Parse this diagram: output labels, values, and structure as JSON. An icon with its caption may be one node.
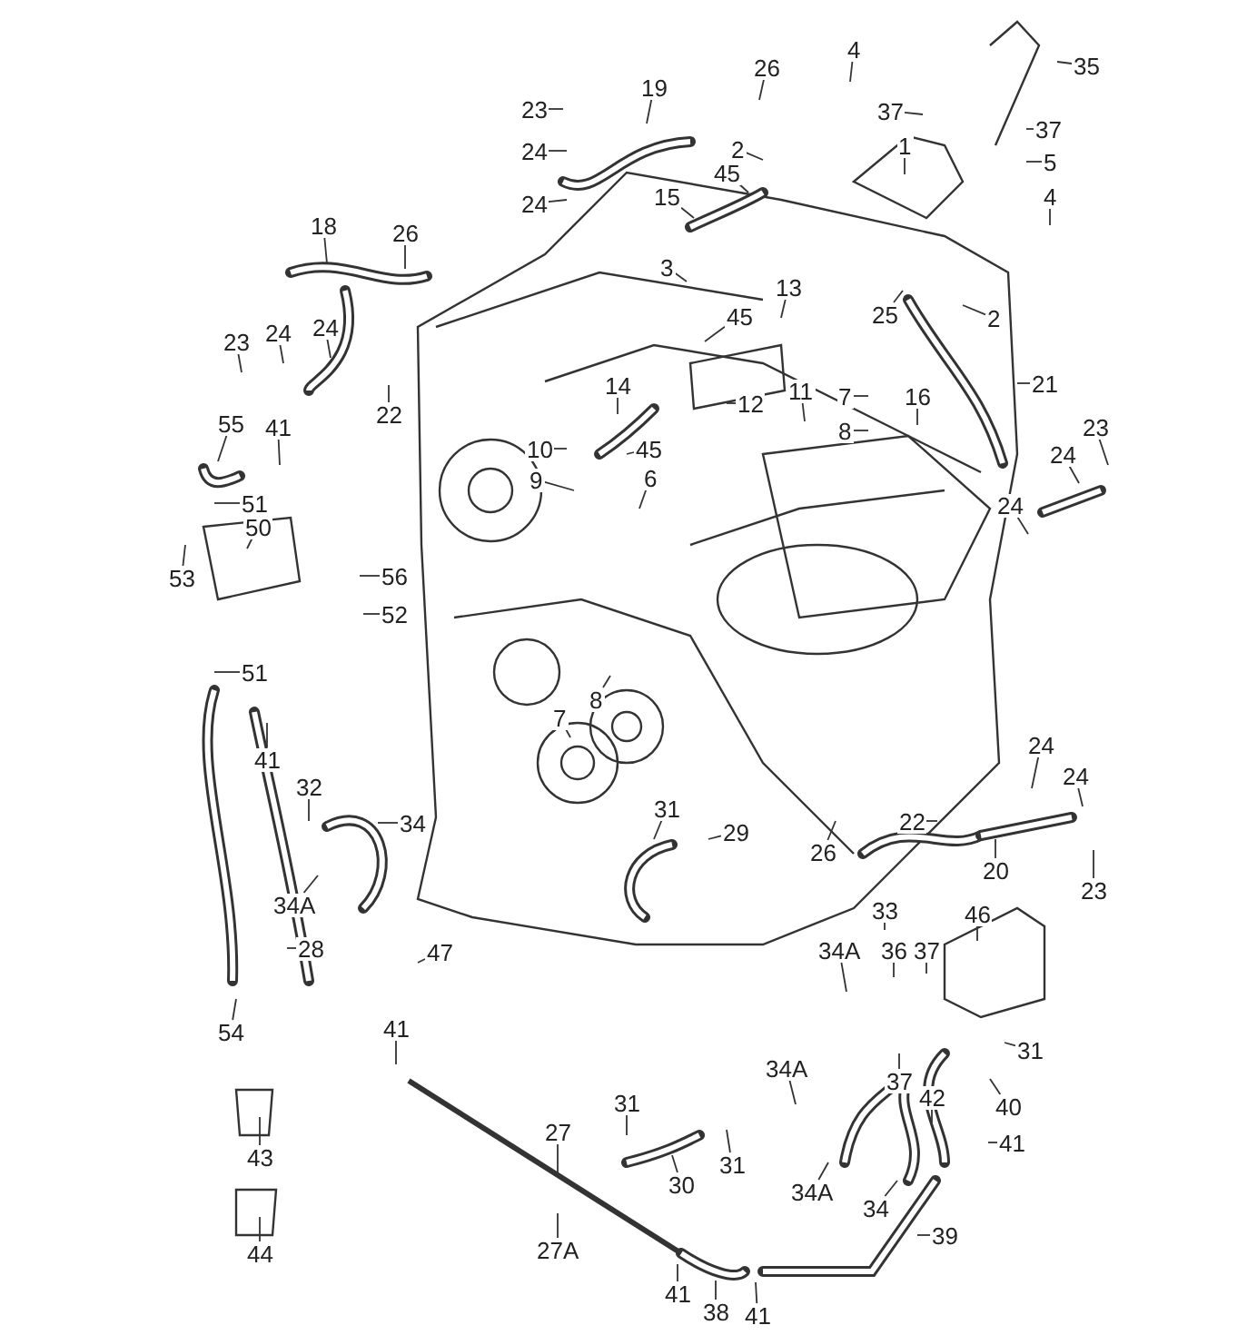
{
  "diagram": {
    "nodes": [
      {
        "text": [
          "19"
        ]
      },
      {
        "text": [
          "26"
        ]
      },
      {
        "text": [
          "4"
        ]
      },
      {
        "text": [
          "37"
        ]
      },
      {
        "text": [
          "35"
        ]
      },
      {
        "text": [
          "23"
        ]
      },
      {
        "text": [
          "24"
        ]
      },
      {
        "text": [
          "24"
        ]
      },
      {
        "text": [
          "2"
        ]
      },
      {
        "text": [
          "45"
        ]
      },
      {
        "text": [
          "1"
        ]
      },
      {
        "text": [
          "37"
        ]
      },
      {
        "text": [
          "5"
        ]
      },
      {
        "text": [
          "15"
        ]
      },
      {
        "text": [
          "4"
        ]
      },
      {
        "text": [
          "18"
        ]
      },
      {
        "text": [
          "26"
        ]
      },
      {
        "text": [
          "3"
        ]
      },
      {
        "text": [
          "45"
        ]
      },
      {
        "text": [
          "13"
        ]
      },
      {
        "text": [
          "25"
        ]
      },
      {
        "text": [
          "2"
        ]
      },
      {
        "text": [
          "21"
        ]
      },
      {
        "text": [
          "23"
        ]
      },
      {
        "text": [
          "24"
        ]
      },
      {
        "text": [
          "24"
        ]
      },
      {
        "text": [
          "22"
        ]
      },
      {
        "text": [
          "14"
        ]
      },
      {
        "text": [
          "45"
        ]
      },
      {
        "text": [
          "10"
        ]
      },
      {
        "text": [
          "9"
        ]
      },
      {
        "text": [
          "6"
        ]
      },
      {
        "text": [
          "12"
        ]
      },
      {
        "text": [
          "11"
        ]
      },
      {
        "text": [
          "7"
        ]
      },
      {
        "text": [
          "8"
        ]
      },
      {
        "text": [
          "16"
        ]
      },
      {
        "text": [
          "23"
        ]
      },
      {
        "text": [
          "24"
        ]
      },
      {
        "text": [
          "24"
        ]
      },
      {
        "text": [
          "55"
        ]
      },
      {
        "text": [
          "41"
        ]
      },
      {
        "text": [
          "51"
        ]
      },
      {
        "text": [
          "50"
        ]
      },
      {
        "text": [
          "53"
        ]
      },
      {
        "text": [
          "56"
        ]
      },
      {
        "text": [
          "52"
        ]
      },
      {
        "text": [
          "51"
        ]
      },
      {
        "text": [
          "8"
        ]
      },
      {
        "text": [
          "7"
        ]
      },
      {
        "text": [
          "41"
        ]
      },
      {
        "text": [
          "32"
        ]
      },
      {
        "text": [
          "34"
        ]
      },
      {
        "text": [
          "31"
        ]
      },
      {
        "text": [
          "34A"
        ]
      },
      {
        "text": [
          "28"
        ]
      },
      {
        "text": [
          "47"
        ]
      },
      {
        "text": [
          "29"
        ]
      },
      {
        "text": [
          "26"
        ]
      },
      {
        "text": [
          "22"
        ]
      },
      {
        "text": [
          "20"
        ]
      },
      {
        "text": [
          "24"
        ]
      },
      {
        "text": [
          "24"
        ]
      },
      {
        "text": [
          "23"
        ]
      },
      {
        "text": [
          "33"
        ]
      },
      {
        "text": [
          "34A"
        ]
      },
      {
        "text": [
          "36"
        ]
      },
      {
        "text": [
          "37"
        ]
      },
      {
        "text": [
          "46"
        ]
      },
      {
        "text": [
          "31"
        ]
      },
      {
        "text": [
          "54"
        ]
      },
      {
        "text": [
          "41"
        ]
      },
      {
        "text": [
          "34A"
        ]
      },
      {
        "text": [
          "37"
        ]
      },
      {
        "text": [
          "40"
        ]
      },
      {
        "text": [
          "42"
        ]
      },
      {
        "text": [
          "41"
        ]
      },
      {
        "text": [
          "31"
        ]
      },
      {
        "text": [
          "27"
        ]
      },
      {
        "text": [
          "30"
        ]
      },
      {
        "text": [
          "31"
        ]
      },
      {
        "text": [
          "43"
        ]
      },
      {
        "text": [
          "34A"
        ]
      },
      {
        "text": [
          "34"
        ]
      },
      {
        "text": [
          "39"
        ]
      },
      {
        "text": [
          "27A"
        ]
      },
      {
        "text": [
          "44"
        ]
      },
      {
        "text": [
          "41"
        ]
      },
      {
        "text": [
          "38"
        ]
      },
      {
        "text": [
          "41"
        ]
      }
    ],
    "edges": [
      {
        "from": 0,
        "to": null,
        "arrow": "none"
      },
      {
        "from": 1,
        "to": null,
        "arrow": "none"
      },
      {
        "from": 2,
        "to": null,
        "arrow": "none"
      },
      {
        "from": 3,
        "to": null,
        "arrow": "none"
      },
      {
        "from": 4,
        "to": null,
        "arrow": "none"
      },
      {
        "from": 5,
        "to": null,
        "arrow": "none"
      },
      {
        "from": 6,
        "to": null,
        "arrow": "none"
      },
      {
        "from": 7,
        "to": null,
        "arrow": "none"
      },
      {
        "from": 8,
        "to": null,
        "arrow": "none"
      },
      {
        "from": 9,
        "to": null,
        "arrow": "none"
      },
      {
        "from": 10,
        "to": null,
        "arrow": "none"
      },
      {
        "from": 11,
        "to": null,
        "arrow": "none"
      },
      {
        "from": 12,
        "to": null,
        "arrow": "none"
      },
      {
        "from": 13,
        "to": null,
        "arrow": "none"
      },
      {
        "from": 14,
        "to": null,
        "arrow": "none"
      },
      {
        "from": 15,
        "to": null,
        "arrow": "none"
      },
      {
        "from": 16,
        "to": null,
        "arrow": "none"
      },
      {
        "from": 17,
        "to": null,
        "arrow": "none"
      },
      {
        "from": 18,
        "to": null,
        "arrow": "none"
      },
      {
        "from": 19,
        "to": null,
        "arrow": "none"
      },
      {
        "from": 20,
        "to": null,
        "arrow": "none"
      },
      {
        "from": 21,
        "to": null,
        "arrow": "none"
      },
      {
        "from": 22,
        "to": null,
        "arrow": "none"
      },
      {
        "from": 23,
        "to": null,
        "arrow": "none"
      },
      {
        "from": 24,
        "to": null,
        "arrow": "none"
      },
      {
        "from": 25,
        "to": null,
        "arrow": "none"
      },
      {
        "from": 26,
        "to": null,
        "arrow": "none"
      },
      {
        "from": 27,
        "to": null,
        "arrow": "none"
      },
      {
        "from": 28,
        "to": null,
        "arrow": "none"
      },
      {
        "from": 29,
        "to": null,
        "arrow": "none"
      },
      {
        "from": 30,
        "to": null,
        "arrow": "none"
      },
      {
        "from": 31,
        "to": null,
        "arrow": "none"
      },
      {
        "from": 32,
        "to": null,
        "arrow": "none"
      },
      {
        "from": 33,
        "to": null,
        "arrow": "none"
      },
      {
        "from": 34,
        "to": null,
        "arrow": "none"
      },
      {
        "from": 35,
        "to": null,
        "arrow": "none"
      },
      {
        "from": 36,
        "to": null,
        "arrow": "none"
      },
      {
        "from": 37,
        "to": null,
        "arrow": "none"
      },
      {
        "from": 38,
        "to": null,
        "arrow": "none"
      },
      {
        "from": 39,
        "to": null,
        "arrow": "none"
      },
      {
        "from": 40,
        "to": null,
        "arrow": "none"
      },
      {
        "from": 41,
        "to": null,
        "arrow": "none"
      },
      {
        "from": 42,
        "to": null,
        "arrow": "none"
      },
      {
        "from": 43,
        "to": null,
        "arrow": "none"
      },
      {
        "from": 44,
        "to": null,
        "arrow": "none"
      },
      {
        "from": 45,
        "to": null,
        "arrow": "none"
      },
      {
        "from": 46,
        "to": null,
        "arrow": "none"
      },
      {
        "from": 47,
        "to": null,
        "arrow": "none"
      },
      {
        "from": 48,
        "to": null,
        "arrow": "none"
      },
      {
        "from": 49,
        "to": null,
        "arrow": "none"
      },
      {
        "from": 50,
        "to": null,
        "arrow": "none"
      },
      {
        "from": 51,
        "to": null,
        "arrow": "none"
      },
      {
        "from": 52,
        "to": null,
        "arrow": "none"
      },
      {
        "from": 53,
        "to": null,
        "arrow": "none"
      },
      {
        "from": 54,
        "to": null,
        "arrow": "none"
      },
      {
        "from": 55,
        "to": null,
        "arrow": "none"
      },
      {
        "from": 56,
        "to": null,
        "arrow": "none"
      },
      {
        "from": 57,
        "to": null,
        "arrow": "none"
      },
      {
        "from": 58,
        "to": null,
        "arrow": "none"
      },
      {
        "from": 59,
        "to": null,
        "arrow": "none"
      },
      {
        "from": 60,
        "to": null,
        "arrow": "none"
      },
      {
        "from": 61,
        "to": null,
        "arrow": "none"
      },
      {
        "from": 62,
        "to": null,
        "arrow": "none"
      },
      {
        "from": 63,
        "to": null,
        "arrow": "none"
      },
      {
        "from": 64,
        "to": null,
        "arrow": "none"
      },
      {
        "from": 65,
        "to": null,
        "arrow": "none"
      },
      {
        "from": 66,
        "to": null,
        "arrow": "none"
      },
      {
        "from": 67,
        "to": null,
        "arrow": "none"
      },
      {
        "from": 68,
        "to": null,
        "arrow": "none"
      },
      {
        "from": 69,
        "to": null,
        "arrow": "none"
      },
      {
        "from": 70,
        "to": null,
        "arrow": "none"
      },
      {
        "from": 71,
        "to": null,
        "arrow": "none"
      },
      {
        "from": 72,
        "to": null,
        "arrow": "none"
      },
      {
        "from": 73,
        "to": null,
        "arrow": "none"
      },
      {
        "from": 74,
        "to": null,
        "arrow": "none"
      },
      {
        "from": 75,
        "to": null,
        "arrow": "none"
      },
      {
        "from": 76,
        "to": null,
        "arrow": "none"
      },
      {
        "from": 77,
        "to": null,
        "arrow": "none"
      },
      {
        "from": 78,
        "to": null,
        "arrow": "none"
      },
      {
        "from": 79,
        "to": null,
        "arrow": "none"
      },
      {
        "from": 80,
        "to": null,
        "arrow": "none"
      },
      {
        "from": 81,
        "to": null,
        "arrow": "none"
      },
      {
        "from": 82,
        "to": null,
        "arrow": "none"
      },
      {
        "from": 83,
        "to": null,
        "arrow": "none"
      },
      {
        "from": 84,
        "to": null,
        "arrow": "none"
      },
      {
        "from": 85,
        "to": null,
        "arrow": "none"
      },
      {
        "from": 86,
        "to": null,
        "arrow": "none"
      },
      {
        "from": 87,
        "to": null,
        "arrow": "none"
      },
      {
        "from": 88,
        "to": null,
        "arrow": "none"
      },
      {
        "from": 89,
        "to": null,
        "arrow": "none"
      }
    ]
  }
}
